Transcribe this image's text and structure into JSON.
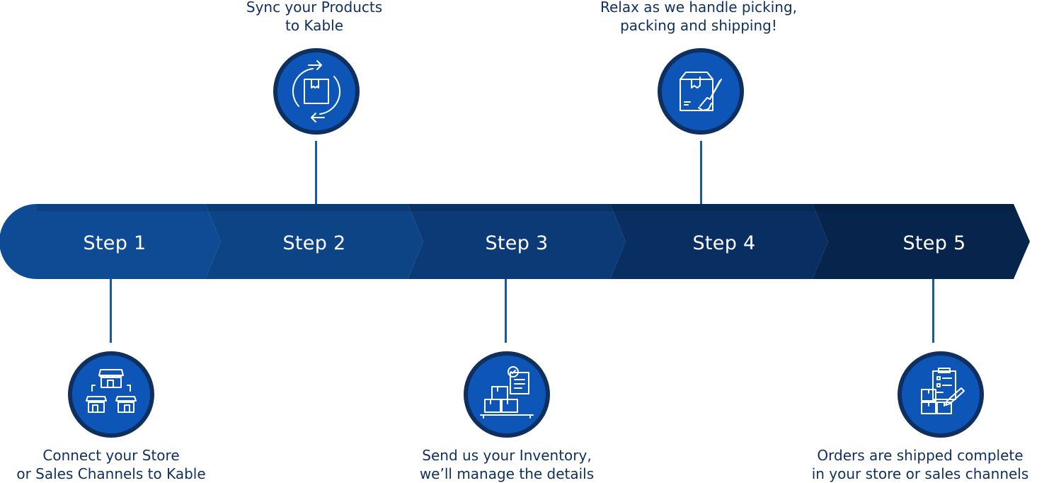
{
  "steps": [
    {
      "label": "Step 1",
      "caption_line1": "Connect your Store",
      "caption_line2": "or Sales Channels to Kable",
      "icon": "storefront-network-icon",
      "color": "#0f4a94"
    },
    {
      "label": "Step 2",
      "caption_line1": "Sync your Products",
      "caption_line2": "to Kable",
      "icon": "sync-box-icon",
      "color": "#0d4486"
    },
    {
      "label": "Step 3",
      "caption_line1": "Send us your Inventory,",
      "caption_line2": "we’ll manage the details",
      "icon": "inventory-boxes-icon",
      "color": "#0b3a76"
    },
    {
      "label": "Step 4",
      "caption_line1": "Relax as we handle picking,",
      "caption_line2": "packing and shipping!",
      "icon": "package-handling-icon",
      "color": "#092f62"
    },
    {
      "label": "Step 5",
      "caption_line1": "Orders are shipped complete",
      "caption_line2": "in your store or sales channels",
      "icon": "order-checklist-icon",
      "color": "#07244c"
    }
  ],
  "colors": {
    "icon_ring": "#0f2f5e",
    "icon_fill": "#0d56b8",
    "connector": "#1558b0",
    "caption_text": "#0f2f5e"
  }
}
